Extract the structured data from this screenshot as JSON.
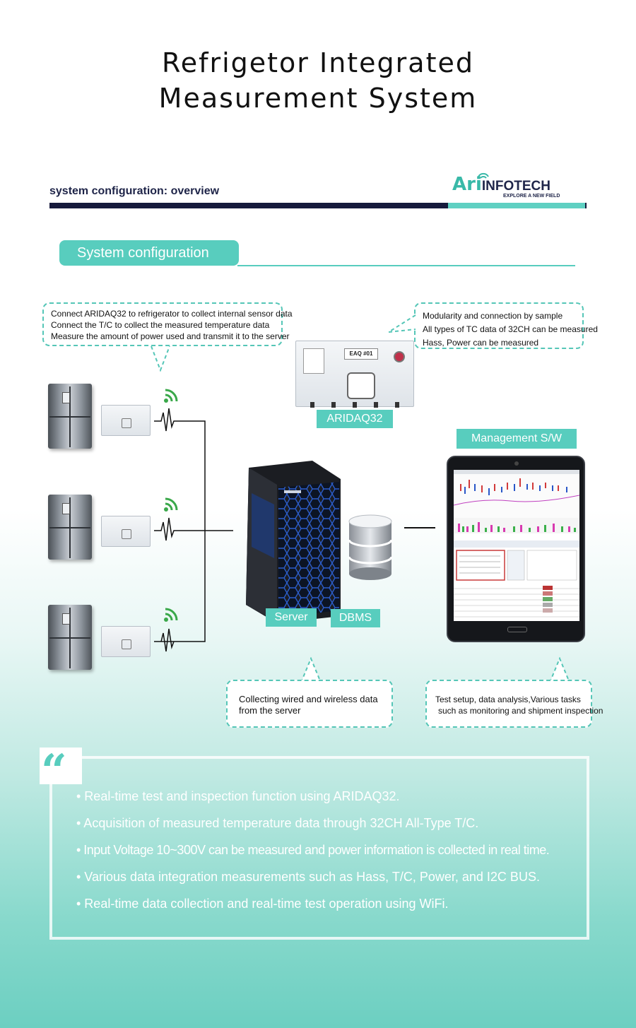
{
  "title_lines": [
    "Refrigetor Integrated",
    "Measurement System"
  ],
  "subheader": "system configuration: overview",
  "logo": {
    "ari": "Ari",
    "infotech": "INFOTECH",
    "tagline": "EXPLORE A NEW FIELD"
  },
  "section_pill": "System configuration",
  "bubbles": {
    "left": [
      "Connect ARIDAQ32 to refrigerator to collect internal sensor data",
      "Connect the T/C to collect the measured temperature data",
      "Measure the amount of power used and transmit it to the server"
    ],
    "right": [
      "Modularity and connection by sample",
      "All types of TC data of 32CH can be measured",
      "Hass, Power can be measured"
    ],
    "server": [
      "Collecting wired and wireless data",
      "from the server"
    ],
    "software": [
      "Test setup, data analysis,Various tasks",
      "such as monitoring and shipment inspection"
    ]
  },
  "labels": {
    "aridaq": "ARIDAQ32",
    "management": "Management S/W",
    "server": "Server",
    "dbms": "DBMS"
  },
  "device_text": {
    "panel_id": "EAQ #01"
  },
  "bullets": [
    "• Real-time test and inspection function using ARIDAQ32.",
    "• Acquisition of measured temperature data through 32CH All-Type T/C.",
    "• Input Voltage 10~300V can be measured and power information is collected in real time.",
    "• Various data integration measurements such as Hass, T/C, Power, and I2C BUS.",
    "• Real-time data collection and real-time test operation using WiFi."
  ],
  "colors": {
    "teal": "#58cdbe",
    "navy": "#161a3c"
  }
}
